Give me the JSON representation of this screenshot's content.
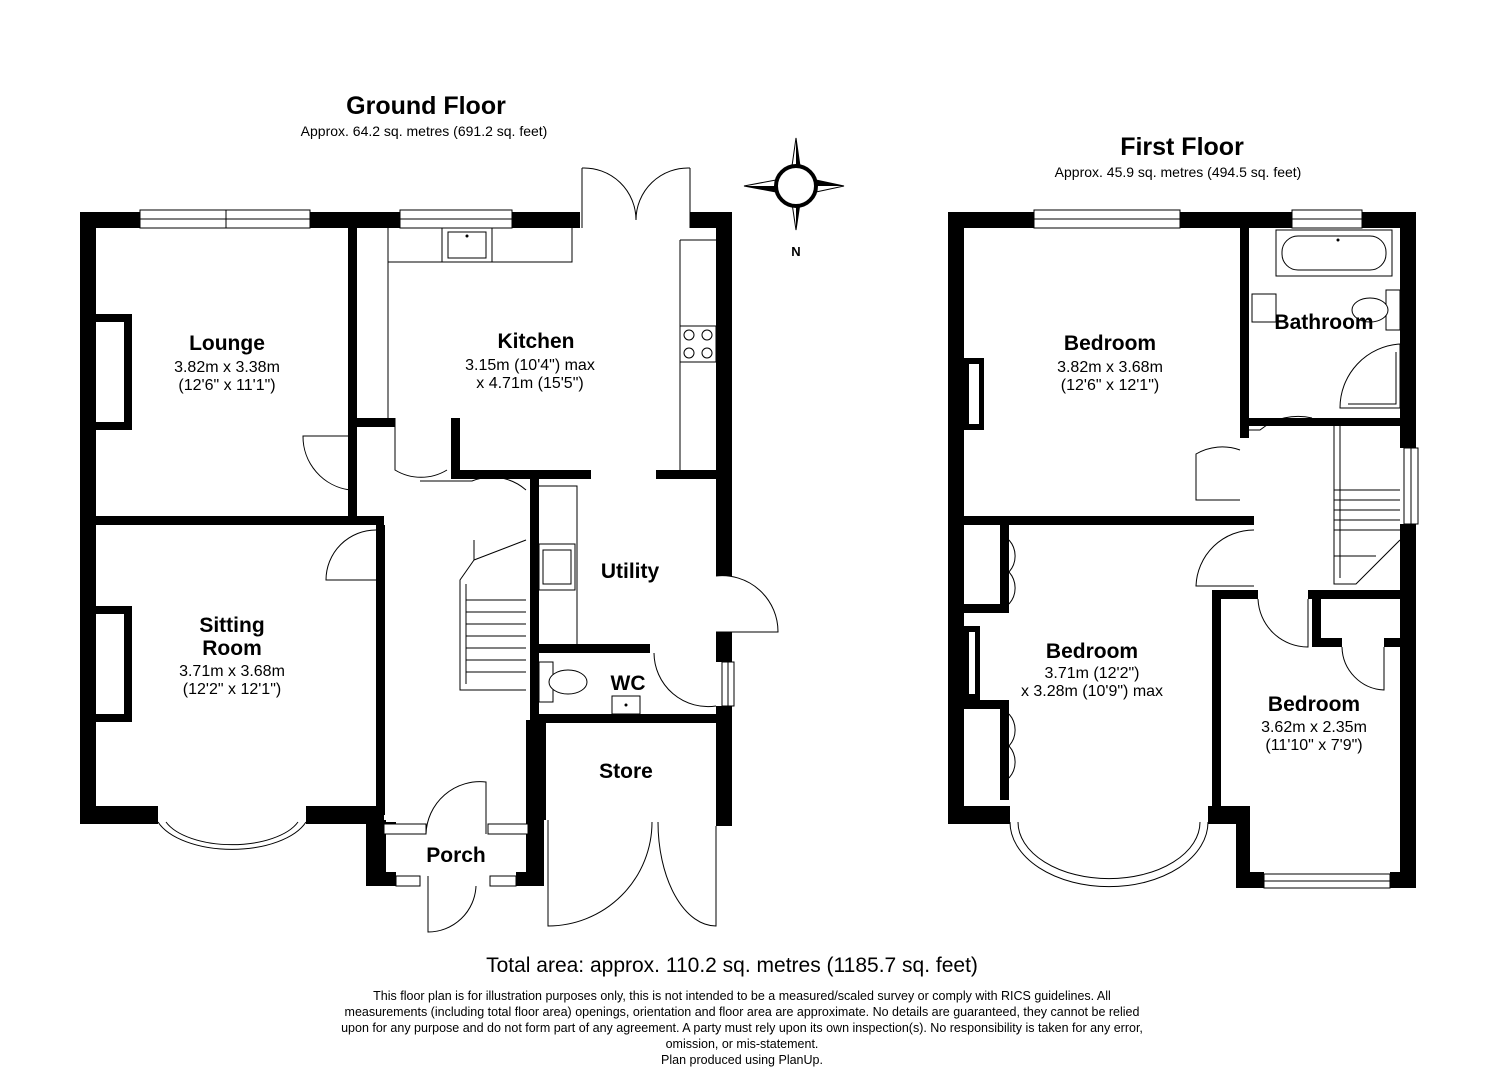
{
  "ground_floor": {
    "title": "Ground Floor",
    "area": "Approx. 64.2 sq. metres (691.2 sq. feet)",
    "rooms": {
      "lounge": {
        "name": "Lounge",
        "dim1": "3.82m x 3.38m",
        "dim2": "(12'6\" x 11'1\")"
      },
      "kitchen": {
        "name": "Kitchen",
        "dim1": "3.15m (10'4\") max",
        "dim2": "x 4.71m (15'5\")"
      },
      "sitting": {
        "name1": "Sitting",
        "name2": "Room",
        "dim1": "3.71m x 3.68m",
        "dim2": "(12'2\" x 12'1\")"
      },
      "utility": {
        "name": "Utility"
      },
      "wc": {
        "name": "WC"
      },
      "store": {
        "name": "Store"
      },
      "porch": {
        "name": "Porch"
      }
    }
  },
  "first_floor": {
    "title": "First Floor",
    "area": "Approx. 45.9 sq. metres (494.5 sq. feet)",
    "rooms": {
      "bedroom1": {
        "name": "Bedroom",
        "dim1": "3.82m x 3.68m",
        "dim2": "(12'6\" x 12'1\")"
      },
      "bathroom": {
        "name": "Bathroom"
      },
      "bedroom2": {
        "name": "Bedroom",
        "dim1": "3.71m (12'2\")",
        "dim2": "x 3.28m (10'9\") max"
      },
      "bedroom3": {
        "name": "Bedroom",
        "dim1": "3.62m x 2.35m",
        "dim2": "(11'10\" x 7'9\")"
      }
    }
  },
  "compass": {
    "label": "N"
  },
  "total_area": "Total area: approx. 110.2 sq. metres (1185.7 sq. feet)",
  "disclaimer": [
    "This floor plan is for illustration purposes only, this is not intended to be a measured/scaled survey or comply with RICS guidelines. All",
    "measurements (including total floor area) openings, orientation and floor area are approximate. No details are guaranteed, they cannot be relied",
    "upon for any purpose and do not form part of any agreement. A party must rely upon its own inspection(s). No responsibility is taken for any error,",
    "omission, or mis-statement.",
    "Plan produced using PlanUp."
  ]
}
